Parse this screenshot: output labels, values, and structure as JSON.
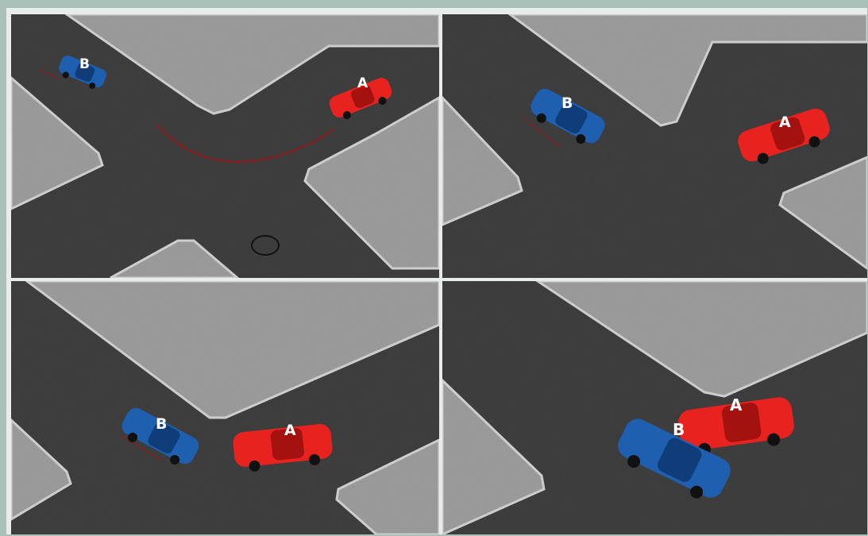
{
  "colors": {
    "frame": "#a9c1b9",
    "road": "#3c3c3c",
    "sidewalk": "#9a9a9a",
    "curb": "#c9c9c9",
    "car_a": "#e8231f",
    "car_b": "#1e5fb0",
    "skid_mark": "#8b1a1a"
  },
  "panels": [
    {
      "cars": {
        "a_label": "A",
        "b_label": "B"
      },
      "icons": [
        "skid-mark-icon",
        "manhole-cover-icon"
      ]
    },
    {
      "cars": {
        "a_label": "A",
        "b_label": "B"
      }
    },
    {
      "cars": {
        "a_label": "A",
        "b_label": "B"
      }
    },
    {
      "cars": {
        "a_label": "A",
        "b_label": "B"
      }
    }
  ]
}
